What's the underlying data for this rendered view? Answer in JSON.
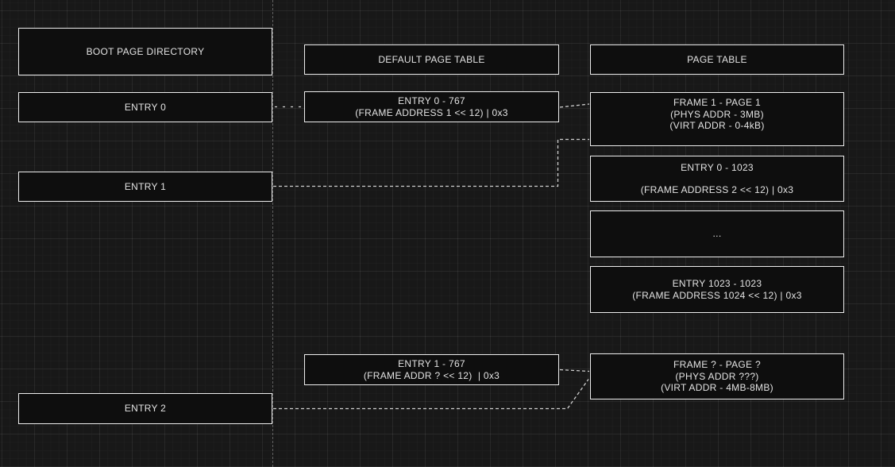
{
  "canvas": {
    "background": "#181818",
    "node_fill": "#0e0e0e",
    "node_border": "#ededed",
    "text_color": "#e3e3e3",
    "connector_color": "#cfcfcf"
  },
  "boot_page_directory": {
    "title": "BOOT PAGE DIRECTORY",
    "entry0": "ENTRY 0",
    "entry1": "ENTRY 1",
    "entry2": "ENTRY 2"
  },
  "default_page_table": {
    "title": "DEFAULT PAGE TABLE",
    "entry0": {
      "line1": "ENTRY 0 - 767",
      "line2": "(FRAME ADDRESS 1 << 12) | 0x3"
    },
    "entry1": {
      "line1": "ENTRY 1 - 767",
      "line2": "(FRAME ADDR ? << 12)  | 0x3"
    }
  },
  "page_table": {
    "title": "PAGE TABLE",
    "frame1": {
      "line1": "FRAME 1 - PAGE 1",
      "line2": "(PHYS ADDR - 3MB)",
      "line3": "(VIRT ADDR - 0-4kB)"
    },
    "entry0_1023": {
      "line1": "ENTRY 0 - 1023",
      "line2": "(FRAME ADDRESS 2 << 12) | 0x3"
    },
    "ellipsis": "...",
    "entry1023_1023": {
      "line1": "ENTRY 1023 - 1023",
      "line2": "(FRAME ADDRESS 1024 << 12) | 0x3"
    },
    "frame_q": {
      "line1": "FRAME ? - PAGE ?",
      "line2": "(PHYS ADDR ???)",
      "line3": "(VIRT ADDR - 4MB-8MB)"
    }
  }
}
